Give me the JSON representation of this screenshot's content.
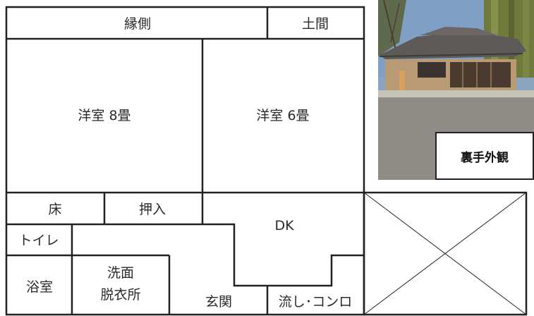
{
  "floor_plan": {
    "rooms": {
      "engawa": "縁側",
      "doma": "土間",
      "western_8": "洋室 8畳",
      "western_6": "洋室 6畳",
      "yuka": "床",
      "oshiire": "押入",
      "dk": "DK",
      "toilet": "トイレ",
      "bath": "浴室",
      "washroom_line1": "洗面",
      "washroom_line2": "脱衣所",
      "entrance": "玄関",
      "sink_stove": "流し･コンロ"
    }
  },
  "photo": {
    "caption": "裏手外観"
  }
}
